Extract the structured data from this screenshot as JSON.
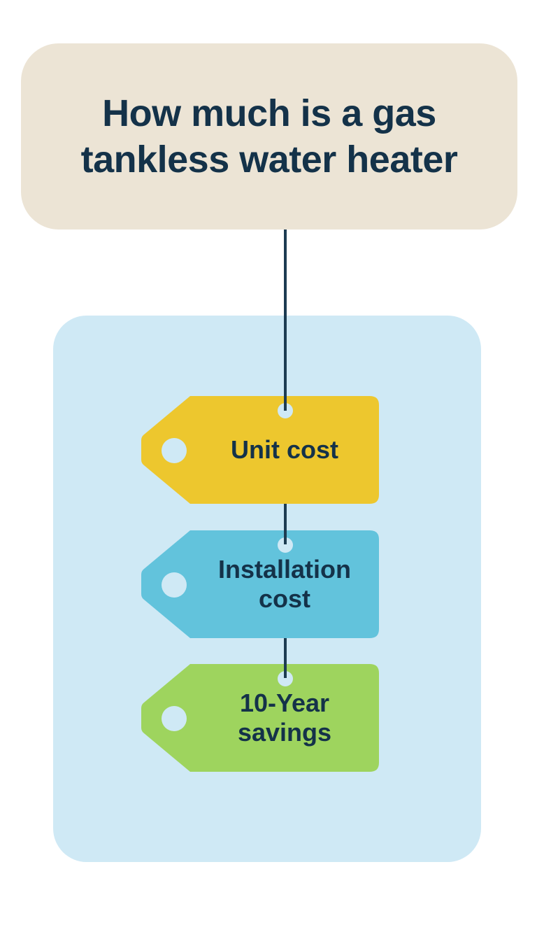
{
  "page": {
    "background": "#ffffff"
  },
  "title_card": {
    "text": "How much is a gas tankless water heater",
    "lines": [
      "How much is a gas",
      "tankless water heater"
    ],
    "bg": "#ece4d5",
    "text_color": "#143249"
  },
  "panel": {
    "bg": "#cfe9f5"
  },
  "connector": {
    "color": "#1d3c52"
  },
  "tags": [
    {
      "id": "unit-cost",
      "label": "Unit cost",
      "color": "#edc72e"
    },
    {
      "id": "installation-cost",
      "label": "Installation cost",
      "color": "#62c3dc"
    },
    {
      "id": "ten-year-savings",
      "label": "10-Year savings",
      "color": "#9ed45e"
    }
  ]
}
